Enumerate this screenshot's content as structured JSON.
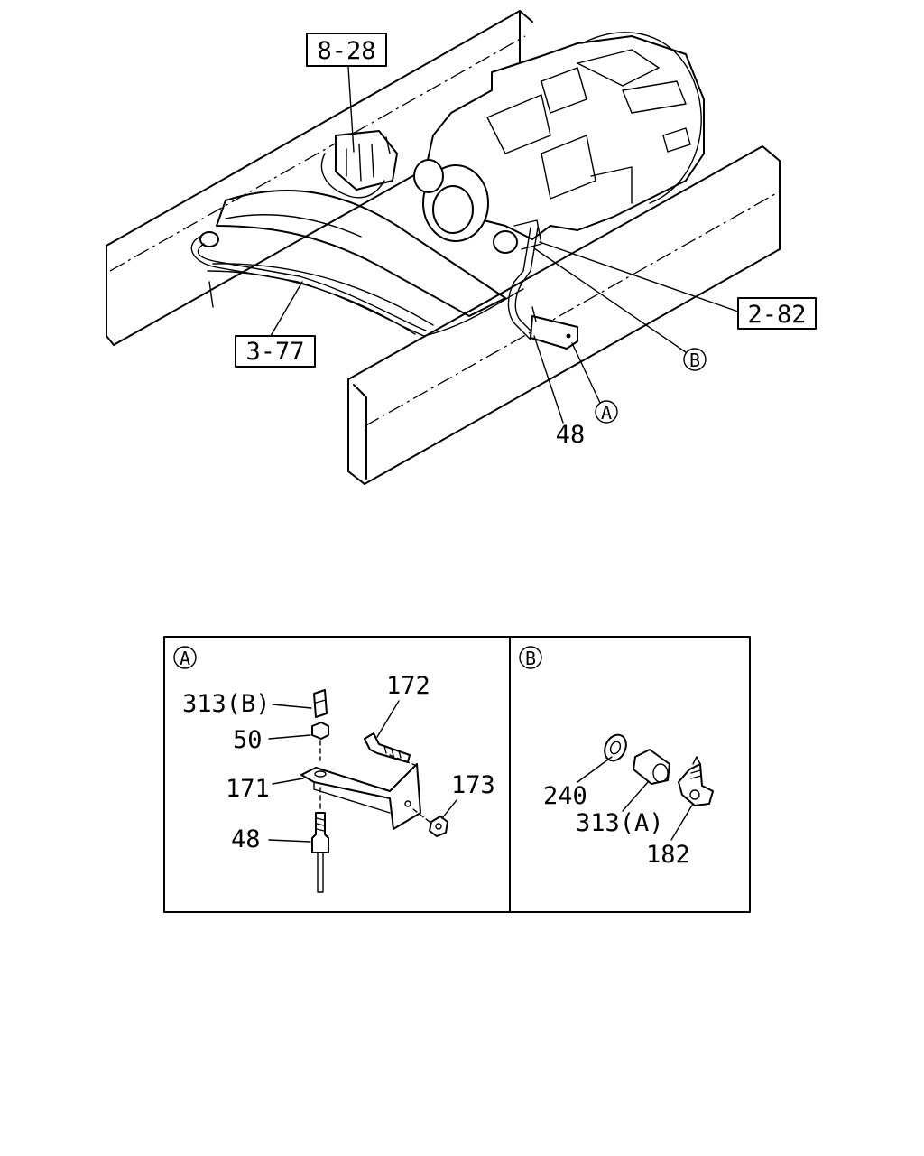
{
  "main_view": {
    "ref_boxes": [
      "8-28",
      "2-82",
      "3-77"
    ],
    "callouts": [
      "48"
    ],
    "circle_refs": [
      "A",
      "B"
    ]
  },
  "detail_a": {
    "tag": "A",
    "parts": [
      "313(B)",
      "50",
      "171",
      "48",
      "172",
      "173"
    ]
  },
  "detail_b": {
    "tag": "B",
    "parts": [
      "240",
      "313(A)",
      "182"
    ]
  }
}
